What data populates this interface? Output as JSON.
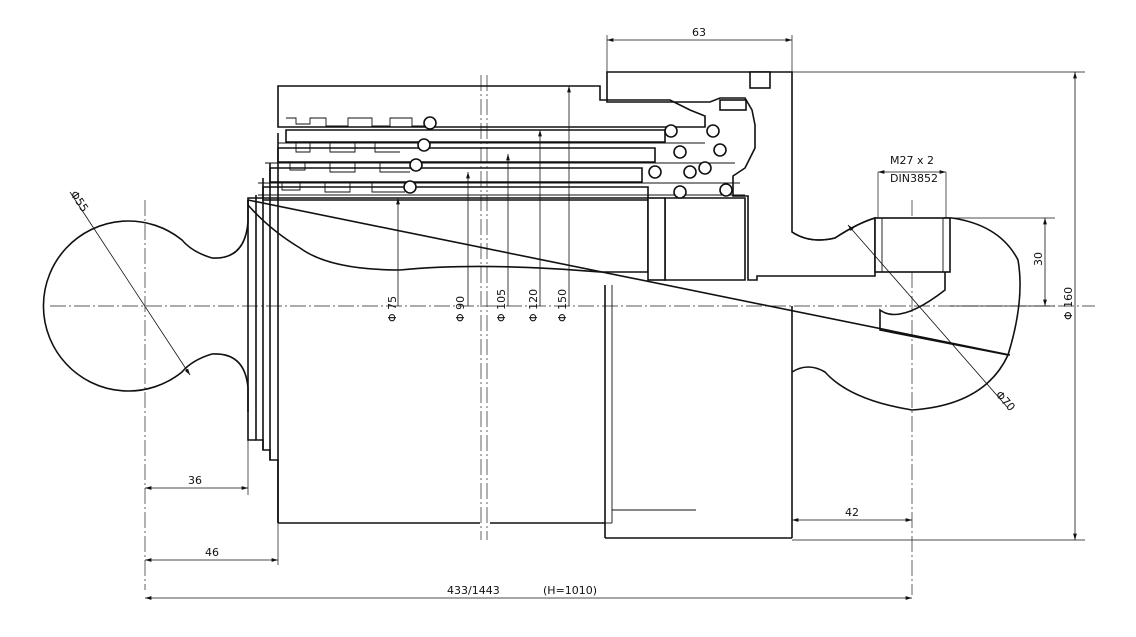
{
  "drawing": {
    "dimensions": {
      "top_63": "63",
      "thread_m27": "M27 x 2",
      "thread_din": "DIN3852",
      "dim_30": "30",
      "dim_160": "Φ 160",
      "dia_55": "Φ55",
      "dia_75": "Φ 75",
      "dia_90": "Φ 90",
      "dia_105": "Φ 105",
      "dia_120": "Φ 120",
      "dia_150": "Φ 150",
      "dia_70": "Φ70",
      "dim_36": "36",
      "dim_46": "46",
      "dim_42": "42",
      "total_length": "433/1443",
      "height_note": "(H=1010)"
    }
  }
}
